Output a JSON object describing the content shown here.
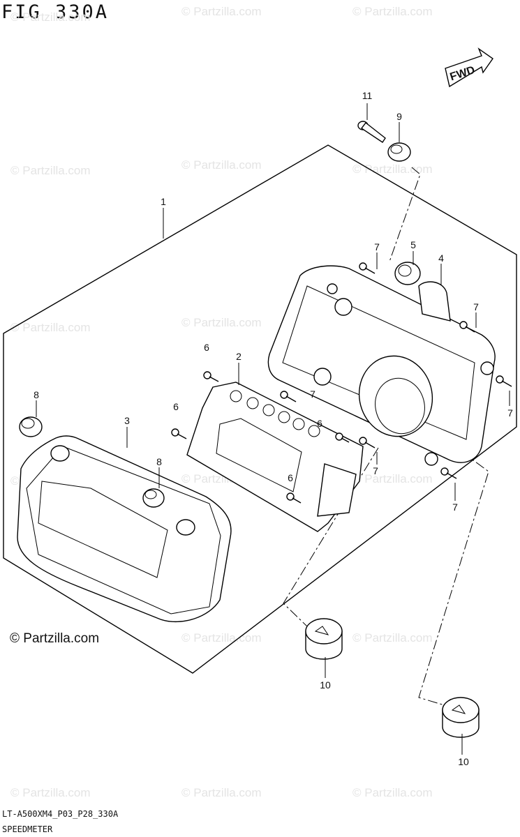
{
  "figure": {
    "title": "FIG 330A",
    "code": "LT-A500XM4_P03_P28_330A",
    "name": "SPEEDMETER",
    "copyright": "© Partzilla.com",
    "watermark": "© Partzilla.com",
    "fwd_label": "FWD"
  },
  "callouts": {
    "c1": "1",
    "c2": "2",
    "c3": "3",
    "c4": "4",
    "c5": "5",
    "c6a": "6",
    "c6b": "6",
    "c6c": "6",
    "c6d": "6",
    "c7a": "7",
    "c7b": "7",
    "c7c": "7",
    "c7d": "7",
    "c7e": "7",
    "c7f": "7",
    "c8a": "8",
    "c8b": "8",
    "c9": "9",
    "c10a": "10",
    "c10b": "10",
    "c11": "11"
  }
}
